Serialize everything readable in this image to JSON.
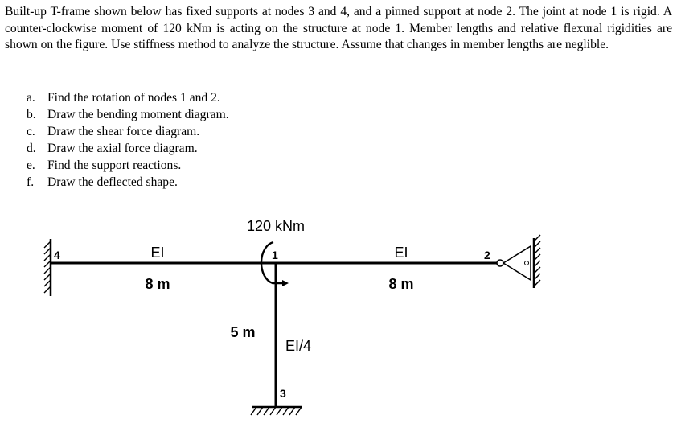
{
  "problem": {
    "statement": "Built-up T-frame shown below has fixed supports at nodes 3 and 4, and a pinned support at node 2. The joint at node 1 is rigid. A counter-clockwise moment of 120 kNm is acting on the structure at node 1. Member lengths and relative flexural rigidities are shown on the figure. Use stiffness method to analyze the structure. Assume that changes in member lengths are neglible."
  },
  "tasks": [
    {
      "marker": "a.",
      "text": "Find the rotation of nodes 1 and 2."
    },
    {
      "marker": "b.",
      "text": "Draw the bending moment diagram."
    },
    {
      "marker": "c.",
      "text": "Draw the shear force diagram."
    },
    {
      "marker": "d.",
      "text": "Draw the axial force diagram."
    },
    {
      "marker": "e.",
      "text": "Find the support reactions."
    },
    {
      "marker": "f.",
      "text": "Draw the deflected shape."
    }
  ],
  "figure": {
    "moment_label": "120 kNm",
    "nodes": {
      "n1": "1",
      "n2": "2",
      "n3": "3",
      "n4": "4"
    },
    "left_member": {
      "rigidity": "EI",
      "length": "8 m"
    },
    "right_member": {
      "rigidity": "EI",
      "length": "8 m"
    },
    "column": {
      "rigidity": "EI/4",
      "length": "5 m"
    }
  }
}
